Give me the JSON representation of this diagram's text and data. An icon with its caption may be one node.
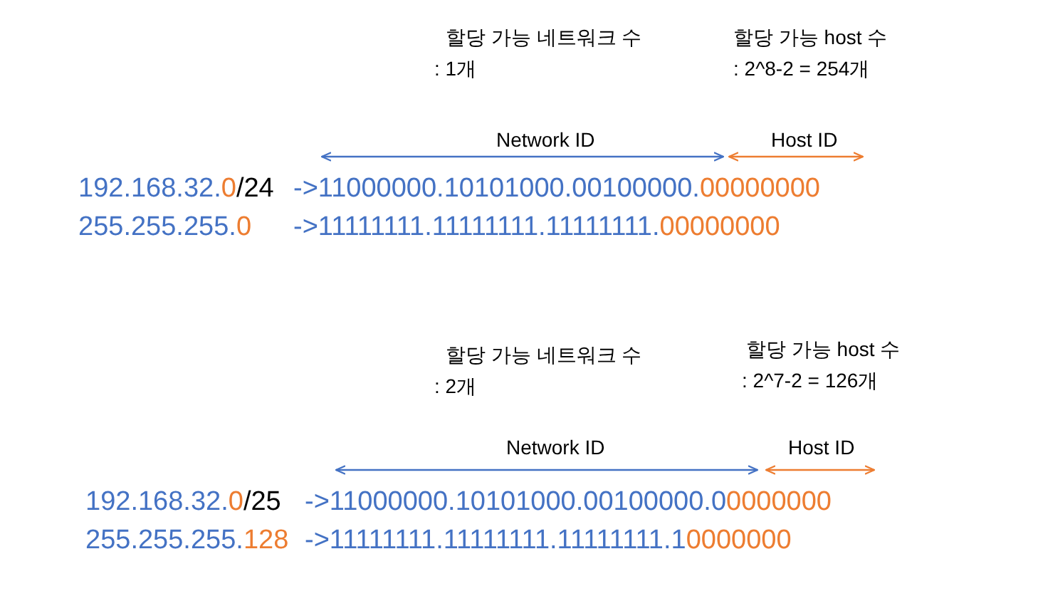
{
  "diagram": {
    "labels": [
      "할당 가능 네트워크 수",
      "할당 가능 host 수",
      ": 1개",
      ": 2^8-2 = 254개",
      "Network ID",
      "Host ID",
      "192.168.32.",
      "0",
      "/24",
      "->11000000.10101000.00100000.",
      "00000000",
      "255.255.255.",
      "0",
      "->11111111.11111111.11111111.",
      "00000000",
      "할당 가능 네트워크 수",
      "할당 가능 host 수",
      ": 2개",
      ": 2^7-2 = 126개",
      "Network ID",
      "Host ID",
      "192.168.32.",
      "0",
      "/25",
      "->11000000.10101000.00100000.0",
      "0000000",
      "255.255.255.",
      "128",
      "->11111111.11111111.11111111.1",
      "0000000"
    ]
  }
}
